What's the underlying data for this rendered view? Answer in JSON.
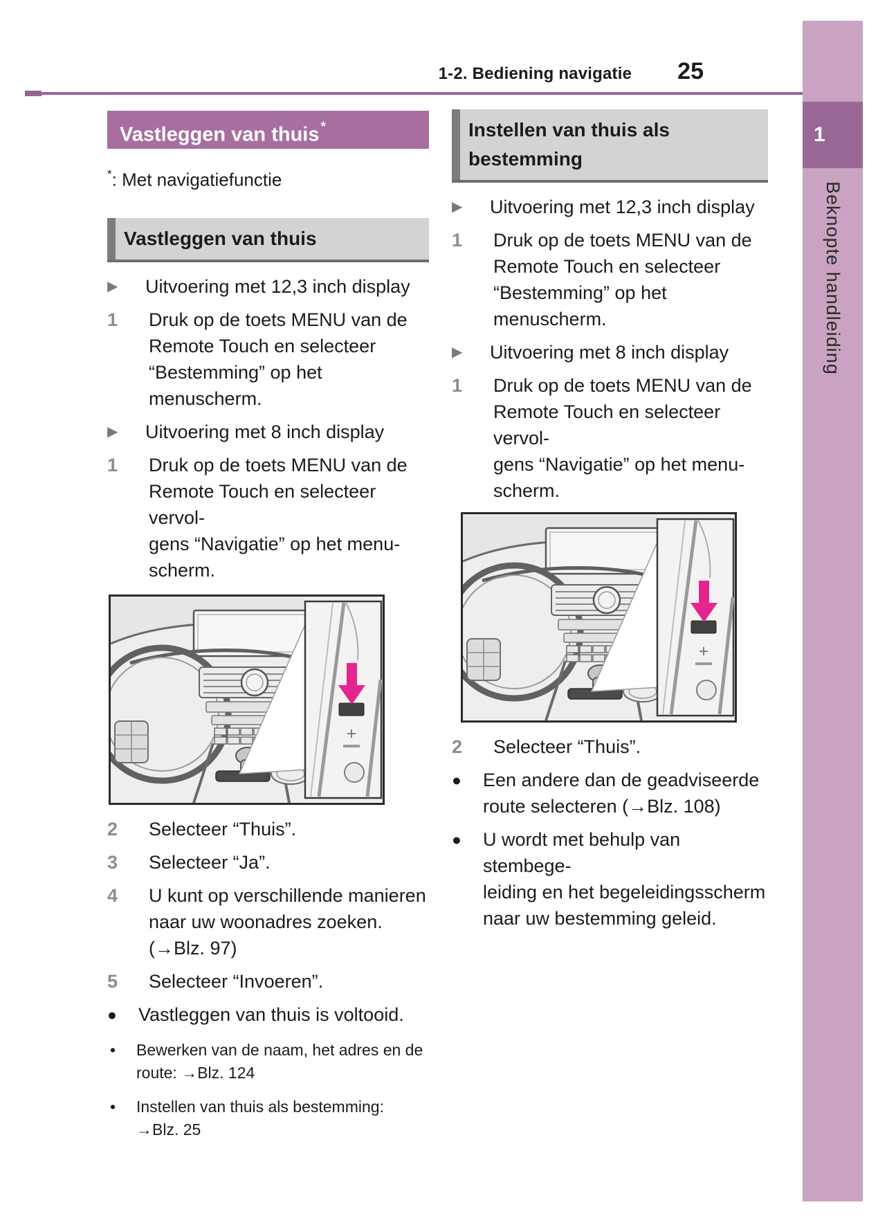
{
  "header": {
    "section_label": "1-2. Bediening navigatie",
    "page_number": "25"
  },
  "sidebar": {
    "chapter_number": "1",
    "tab_label": "Beknopte handleiding"
  },
  "accent_colors": {
    "title_banner_purple": "#a76ea0",
    "header_rule_purple": "#9d5f98",
    "sidebar_pink": "#c9a3c1",
    "sidebar_chapter_purple": "#9a6896",
    "section_heading_gray": "#d3d3d2",
    "figure_arrow_magenta": "#e52490",
    "step_number_gray": "#8d8d8d"
  },
  "left_column": {
    "title_banner": {
      "text": "Vastleggen van thuis",
      "footnote_marker": "*"
    },
    "footnote": {
      "marker": "*",
      "text": ": Met navigatiefunctie"
    },
    "section_heading": "Vastleggen van thuis",
    "pre_figure_items": [
      {
        "marker": "▶",
        "text": "Uitvoering met 12,3 inch display"
      },
      {
        "marker": "1",
        "lines": [
          "Druk op de toets MENU van de",
          "Remote Touch en selecteer",
          "“Bestemming” op het menuscherm."
        ]
      },
      {
        "marker": "▶",
        "text": "Uitvoering met 8 inch display"
      },
      {
        "marker": "1",
        "lines": [
          "Druk op de toets MENU van de",
          "Remote Touch en selecteer vervol-",
          "gens “Navigatie” op het menu-",
          "scherm."
        ]
      }
    ],
    "post_figure_items": [
      {
        "marker": "2",
        "text": "Selecteer “Thuis”."
      },
      {
        "marker": "3",
        "text": "Selecteer “Ja”."
      },
      {
        "marker": "4",
        "lines": [
          "U kunt op verschillende manieren",
          "naar uw woonadres zoeken.",
          "(→Blz. 97)"
        ]
      },
      {
        "marker": "5",
        "text": "Selecteer “Invoeren”."
      },
      {
        "marker": "●",
        "text": "Vastleggen van thuis is voltooid."
      },
      {
        "marker": "•",
        "lines": [
          "Bewerken van de naam, het adres en de",
          "route: →Blz. 124"
        ]
      },
      {
        "marker": "•",
        "lines": [
          "Instellen van thuis als bestemming:",
          "→Blz. 25"
        ]
      }
    ]
  },
  "right_column": {
    "section_heading_lines": [
      "Instellen van thuis als",
      "bestemming"
    ],
    "pre_figure_items": [
      {
        "marker": "▶",
        "text": "Uitvoering met 12,3 inch display"
      },
      {
        "marker": "1",
        "lines": [
          "Druk op de toets MENU van de",
          "Remote Touch en selecteer",
          "“Bestemming” op het menuscherm."
        ]
      },
      {
        "marker": "▶",
        "text": "Uitvoering met 8 inch display"
      },
      {
        "marker": "1",
        "lines": [
          "Druk op de toets MENU van de",
          "Remote Touch en selecteer vervol-",
          "gens “Navigatie” op het menu-",
          "scherm."
        ]
      }
    ],
    "post_figure_items": [
      {
        "marker": "2",
        "text": "Selecteer “Thuis”."
      },
      {
        "marker": "●",
        "lines": [
          "Een andere dan de geadviseerde",
          "route selecteren (→Blz. 108)"
        ]
      },
      {
        "marker": "●",
        "lines": [
          "U wordt met behulp van stembege-",
          "leiding en het begeleidingsscherm",
          "naar uw bestemming geleid."
        ]
      }
    ]
  }
}
